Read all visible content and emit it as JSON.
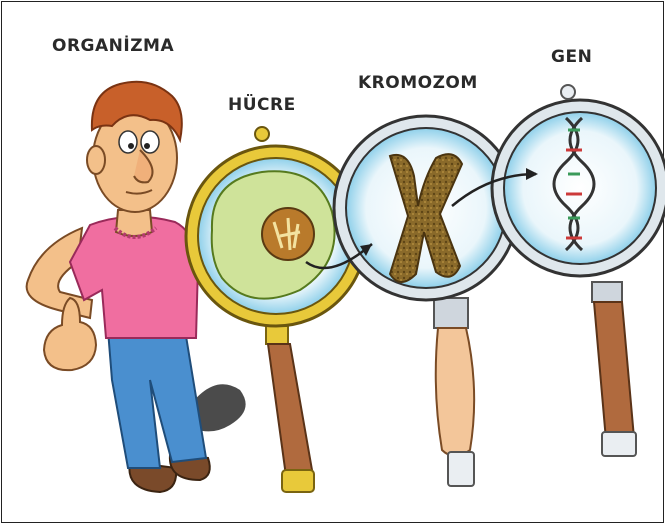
{
  "labels": {
    "organism": "ORGANİZMA",
    "cell": "HÜCRE",
    "chromosome": "KROMOZOM",
    "gene": "GEN"
  },
  "colors": {
    "lens_yellow": "#e8c93a",
    "lens_blue": "#9fd6ec",
    "cell_green": "#cfe39a",
    "nucleus": "#b97a2b",
    "chromosome": "#8a6a2a",
    "shirt": "#f06ea0",
    "jeans": "#4a8fcf",
    "skin": "#f3c08a",
    "hair": "#c8602a",
    "handle_wood": "#b06a3e"
  },
  "icons": [
    "person-icon",
    "magnifier-icon",
    "cell-icon",
    "chromosome-icon",
    "dna-icon",
    "arrow-icon"
  ]
}
